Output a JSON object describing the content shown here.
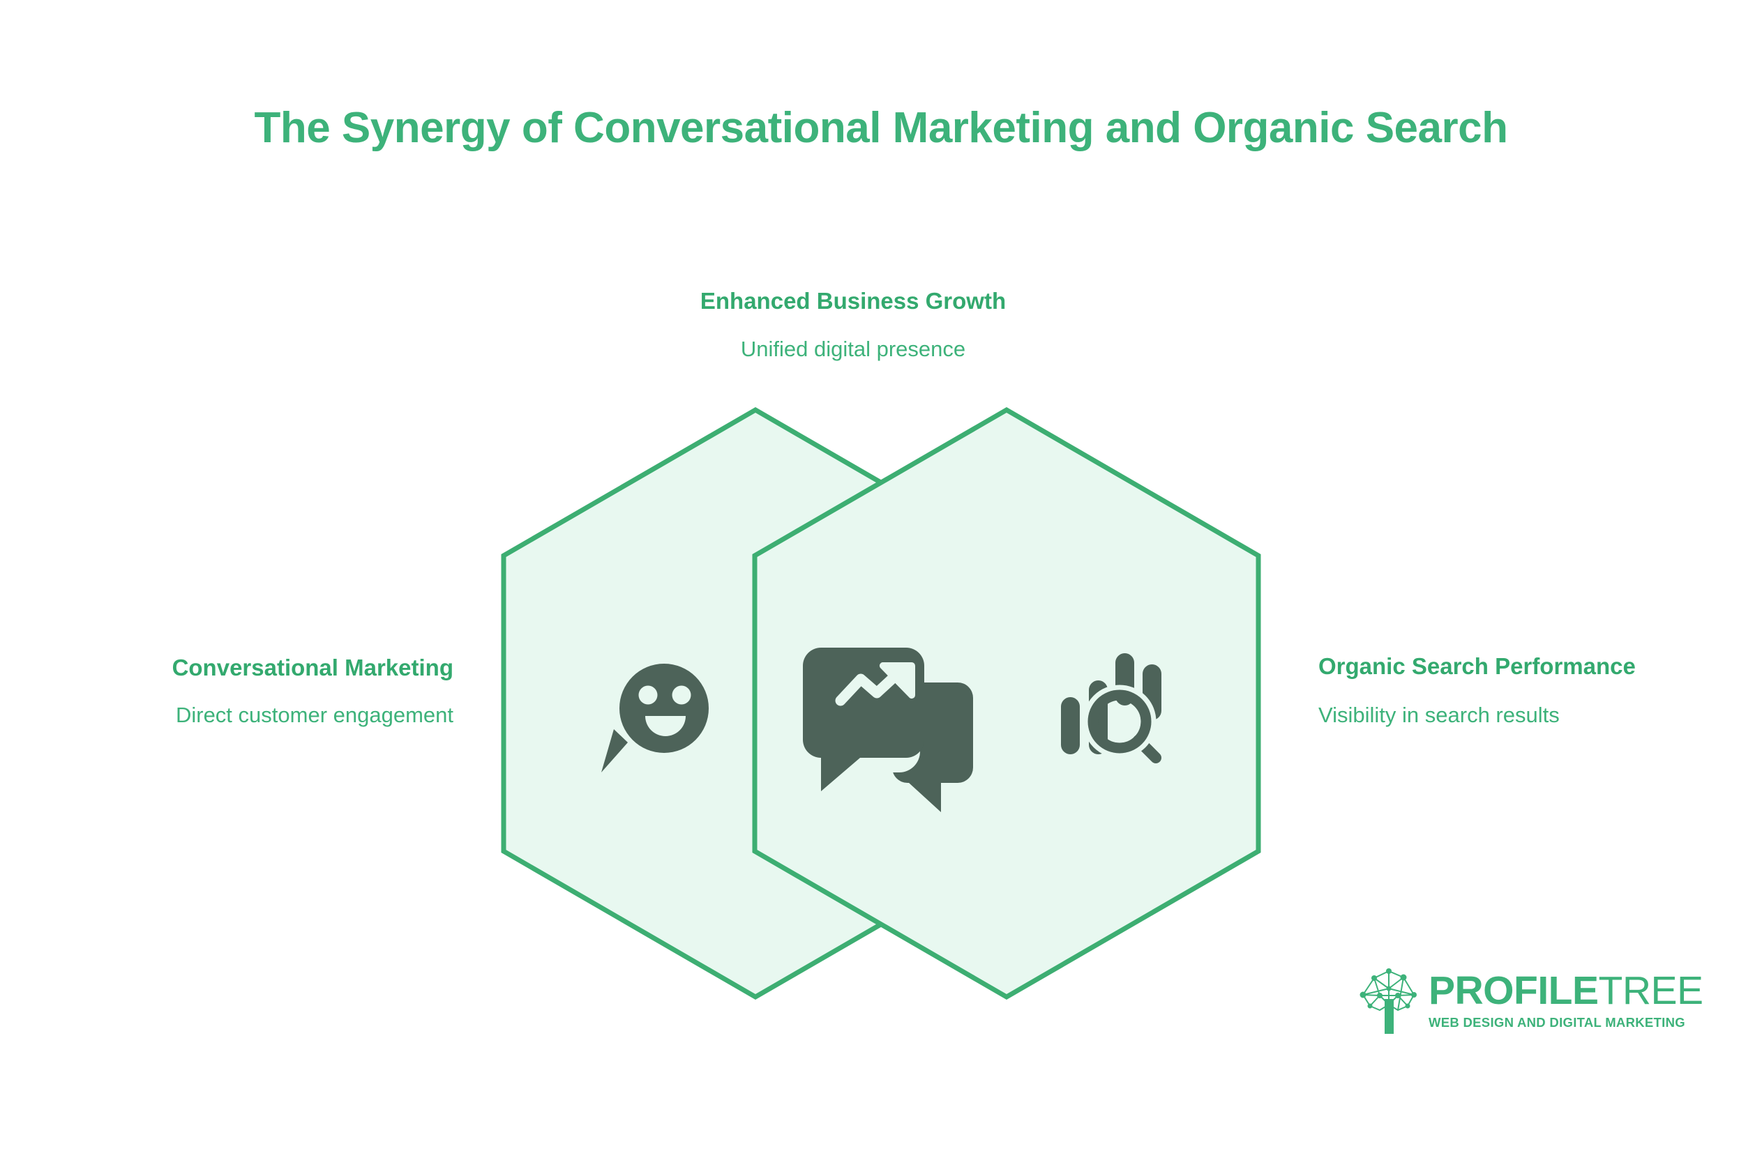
{
  "title": "The Synergy of Conversational Marketing and Organic Search",
  "theme": {
    "accent_green": "#3DB27A",
    "hex_stroke": "#3DAE72",
    "hex_fill": "#E8F8F0",
    "icon_dark": "#4D6359",
    "background": "#FFFFFF"
  },
  "diagram": {
    "type": "venn-hexagons",
    "left_lobe": {
      "title": "Conversational Marketing",
      "subtitle": "Direct customer engagement",
      "icon": "chat-smiley-icon"
    },
    "right_lobe": {
      "title": "Organic Search Performance",
      "subtitle": "Visibility in search results",
      "icon": "bar-chart-search-icon"
    },
    "overlap": {
      "title": "Enhanced Business Growth",
      "subtitle": "Unified digital presence",
      "icon": "chat-growth-chart-icon"
    }
  },
  "logo": {
    "mark": "network-tree-icon",
    "name_bold": "PROFILE",
    "name_light": "TREE",
    "tagline": "WEB DESIGN AND DIGITAL MARKETING"
  }
}
